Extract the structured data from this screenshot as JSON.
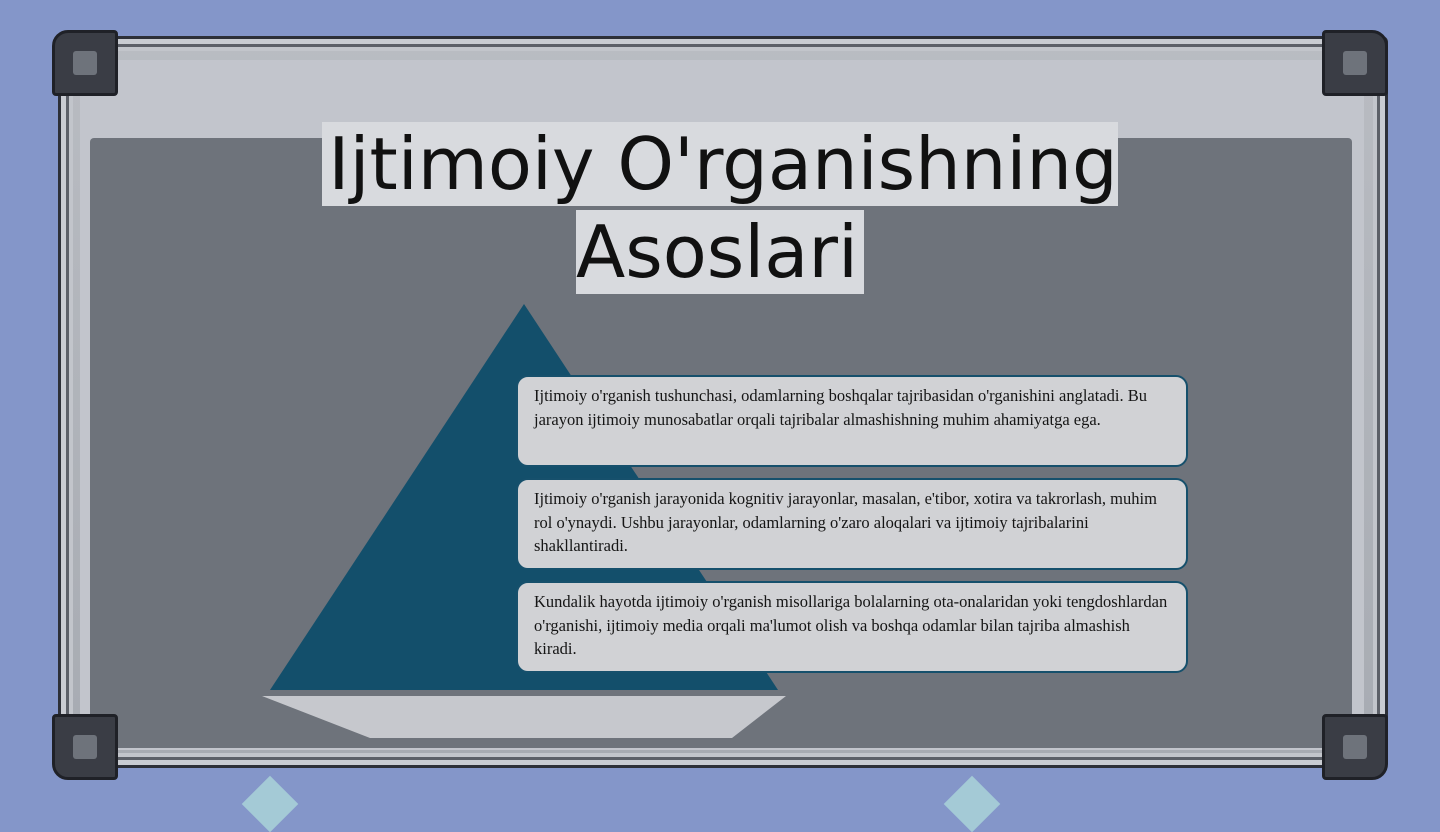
{
  "slide": {
    "title": "Ijtimoiy O'rganishning Asoslari",
    "colors": {
      "background": "#8496c9",
      "board_panel": "#6e737b",
      "pyramid": "#134f6b",
      "card": "#d1d2d5",
      "card_border": "#16506c"
    },
    "icons": [
      "whiteboard-frame",
      "pyramid-shape",
      "diamond-decoration"
    ],
    "cards": [
      {
        "text": "Ijtimoiy o'rganish tushunchasi, odamlarning boshqalar tajribasidan o'rganishini anglatadi. Bu jarayon ijtimoiy munosabatlar orqali tajribalar almashishning muhim ahamiyatga ega."
      },
      {
        "text": "Ijtimoiy o'rganish jarayonida kognitiv jarayonlar, masalan, e'tibor, xotira va takrorlash, muhim rol o'ynaydi. Ushbu jarayonlar, odamlarning o'zaro aloqalari va ijtimoiy tajribalarini shakllantiradi."
      },
      {
        "text": "Kundalik hayotda ijtimoiy o'rganish misollariga bolalarning ota-onalaridan yoki tengdoshlardan o'rganishi, ijtimoiy media orqali ma'lumot olish va boshqa odamlar bilan tajriba almashish kiradi."
      }
    ]
  }
}
